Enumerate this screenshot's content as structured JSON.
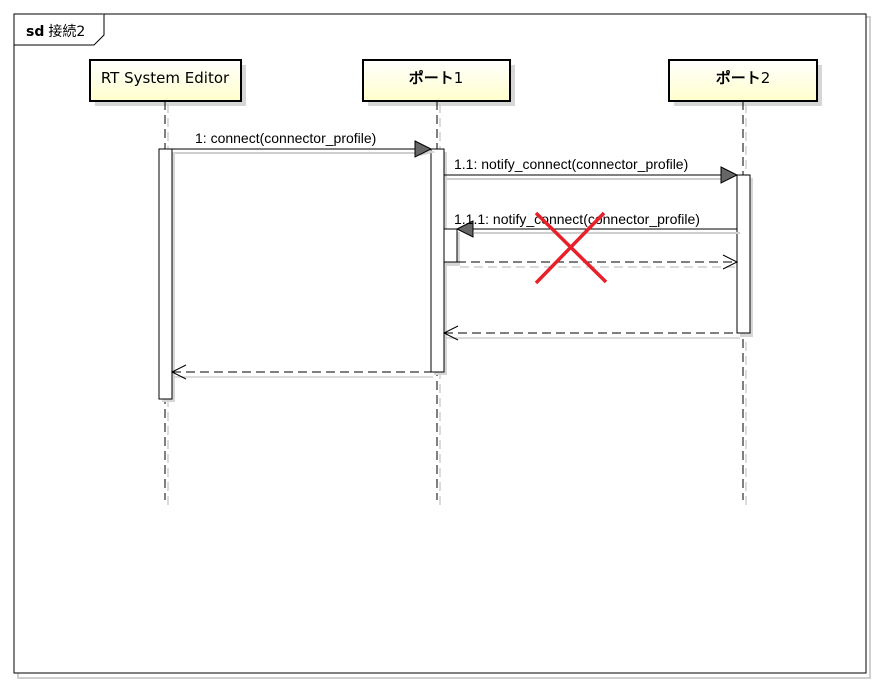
{
  "frame": {
    "keyword": "sd",
    "name": "接続2"
  },
  "lifelines": [
    {
      "id": "rtse",
      "name_bold": "",
      "name_rest": "RT System Editor"
    },
    {
      "id": "port1",
      "name_bold": "ポート",
      "name_rest": "1"
    },
    {
      "id": "port2",
      "name_bold": "ポート",
      "name_rest": "2"
    }
  ],
  "messages": [
    {
      "id": "m1",
      "label": "1: connect(connector_profile)",
      "kind": "sync"
    },
    {
      "id": "m11",
      "label": "1.1: notify_connect(connector_profile)",
      "kind": "sync"
    },
    {
      "id": "m111",
      "label": "1.1.1: notify_connect(connector_profile)",
      "kind": "sync"
    },
    {
      "id": "r111",
      "label": "",
      "kind": "reply"
    },
    {
      "id": "r11",
      "label": "",
      "kind": "reply"
    },
    {
      "id": "r1",
      "label": "",
      "kind": "reply"
    }
  ],
  "annotations": [
    {
      "id": "cross",
      "shape": "x-mark",
      "color": "#e8202a"
    }
  ],
  "colors": {
    "lifeline_box_fill": "#ffffcc",
    "arrow_head_fill": "#666666",
    "cross_mark": "#e8202a",
    "shadow": "#d0d0d0"
  }
}
